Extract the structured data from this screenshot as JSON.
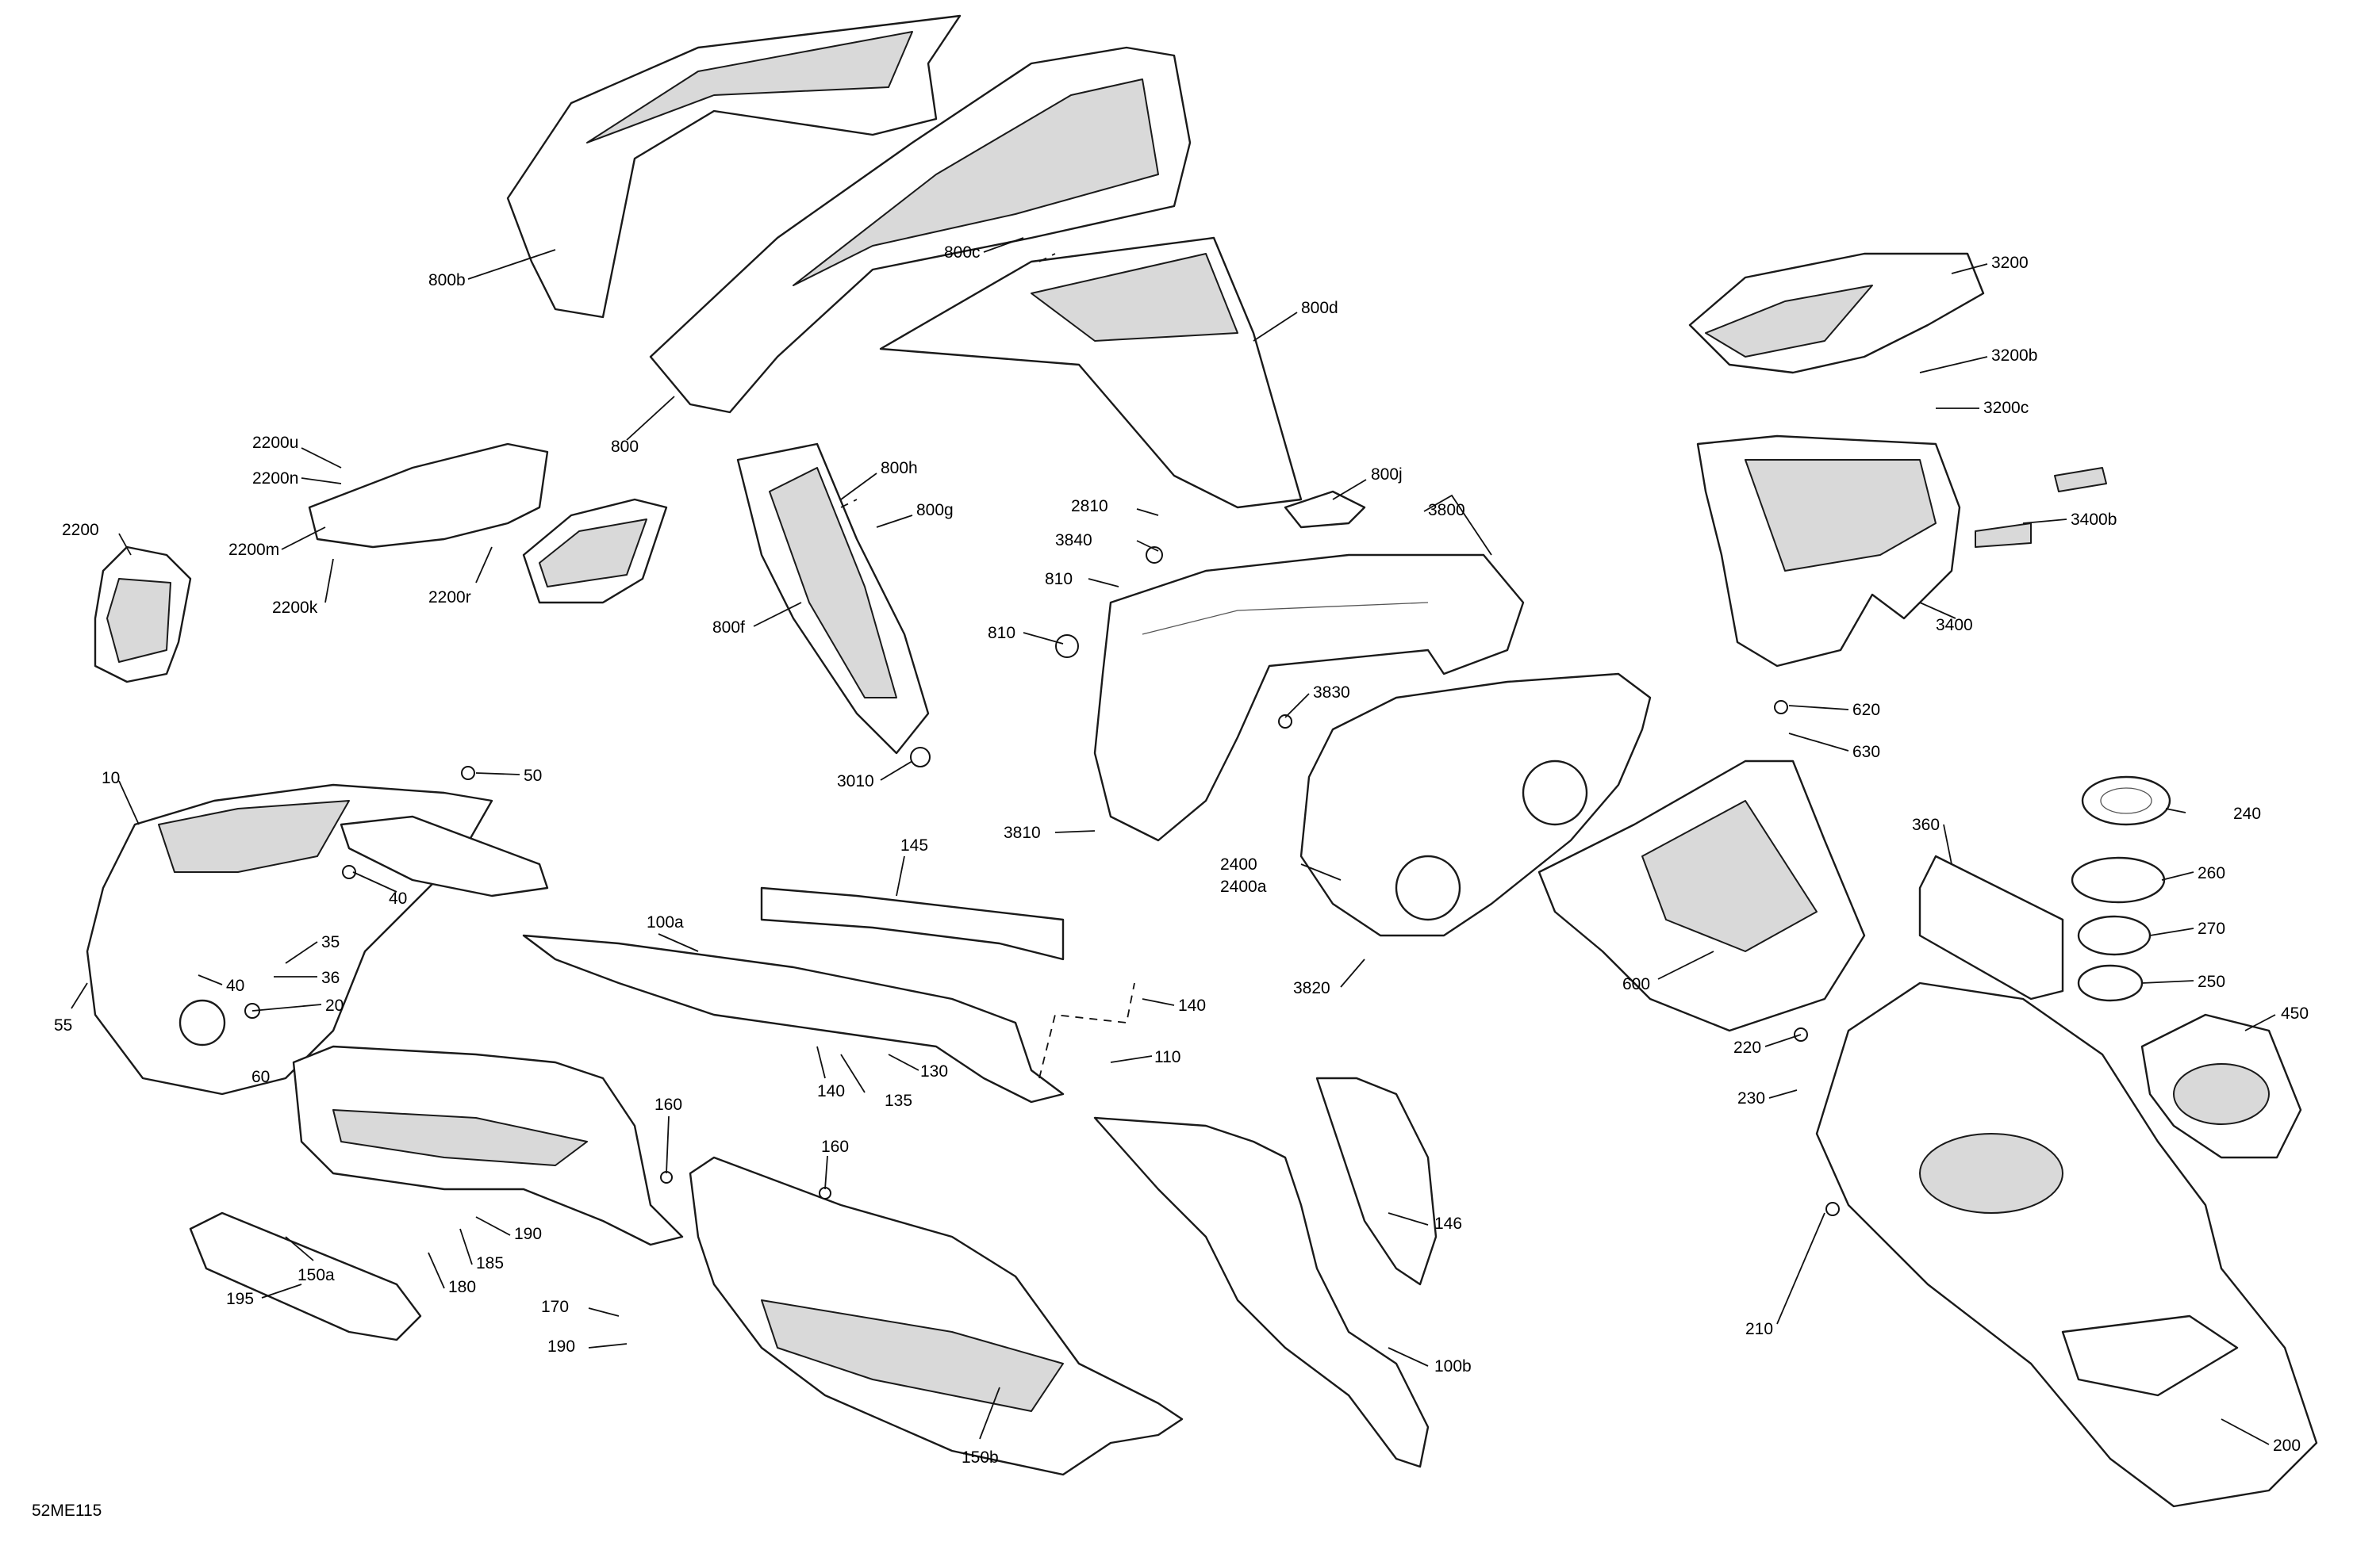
{
  "diagram_id": "52ME115",
  "callouts": [
    {
      "id": "800b",
      "label": "800b"
    },
    {
      "id": "800c",
      "label": "800c"
    },
    {
      "id": "800d",
      "label": "800d"
    },
    {
      "id": "800",
      "label": "800"
    },
    {
      "id": "800h",
      "label": "800h"
    },
    {
      "id": "800g",
      "label": "800g"
    },
    {
      "id": "800j",
      "label": "800j"
    },
    {
      "id": "800f",
      "label": "800f"
    },
    {
      "id": "3010",
      "label": "3010"
    },
    {
      "id": "2200u",
      "label": "2200u"
    },
    {
      "id": "2200n",
      "label": "2200n"
    },
    {
      "id": "2200m",
      "label": "2200m"
    },
    {
      "id": "2200",
      "label": "2200"
    },
    {
      "id": "2200k",
      "label": "2200k"
    },
    {
      "id": "2200r",
      "label": "2200r"
    },
    {
      "id": "2810",
      "label": "2810"
    },
    {
      "id": "3840",
      "label": "3840"
    },
    {
      "id": "810a",
      "label": "810"
    },
    {
      "id": "810b",
      "label": "810"
    },
    {
      "id": "3800",
      "label": "3800"
    },
    {
      "id": "3830",
      "label": "3830"
    },
    {
      "id": "3810",
      "label": "3810"
    },
    {
      "id": "2400",
      "label": "2400"
    },
    {
      "id": "2400a",
      "label": "2400a"
    },
    {
      "id": "3820",
      "label": "3820"
    },
    {
      "id": "3200",
      "label": "3200"
    },
    {
      "id": "3200b",
      "label": "3200b"
    },
    {
      "id": "3200c",
      "label": "3200c"
    },
    {
      "id": "3400b",
      "label": "3400b"
    },
    {
      "id": "3400",
      "label": "3400"
    },
    {
      "id": "620",
      "label": "620"
    },
    {
      "id": "630",
      "label": "630"
    },
    {
      "id": "600",
      "label": "600"
    },
    {
      "id": "240",
      "label": "240"
    },
    {
      "id": "260",
      "label": "260"
    },
    {
      "id": "270",
      "label": "270"
    },
    {
      "id": "250",
      "label": "250"
    },
    {
      "id": "360",
      "label": "360"
    },
    {
      "id": "450",
      "label": "450"
    },
    {
      "id": "220",
      "label": "220"
    },
    {
      "id": "230",
      "label": "230"
    },
    {
      "id": "210",
      "label": "210"
    },
    {
      "id": "200",
      "label": "200"
    },
    {
      "id": "10",
      "label": "10"
    },
    {
      "id": "50",
      "label": "50"
    },
    {
      "id": "40a",
      "label": "40"
    },
    {
      "id": "35",
      "label": "35"
    },
    {
      "id": "36",
      "label": "36"
    },
    {
      "id": "40b",
      "label": "40"
    },
    {
      "id": "20",
      "label": "20"
    },
    {
      "id": "55",
      "label": "55"
    },
    {
      "id": "60",
      "label": "60"
    },
    {
      "id": "145",
      "label": "145"
    },
    {
      "id": "100a",
      "label": "100a"
    },
    {
      "id": "140a",
      "label": "140"
    },
    {
      "id": "140b",
      "label": "140"
    },
    {
      "id": "135",
      "label": "135"
    },
    {
      "id": "130",
      "label": "130"
    },
    {
      "id": "110",
      "label": "110"
    },
    {
      "id": "146",
      "label": "146"
    },
    {
      "id": "100b",
      "label": "100b"
    },
    {
      "id": "150a",
      "label": "150a"
    },
    {
      "id": "150b",
      "label": "150b"
    },
    {
      "id": "160a",
      "label": "160"
    },
    {
      "id": "160b",
      "label": "160"
    },
    {
      "id": "190a",
      "label": "190"
    },
    {
      "id": "185",
      "label": "185"
    },
    {
      "id": "180",
      "label": "180"
    },
    {
      "id": "170",
      "label": "170"
    },
    {
      "id": "190b",
      "label": "190"
    },
    {
      "id": "195",
      "label": "195"
    }
  ]
}
